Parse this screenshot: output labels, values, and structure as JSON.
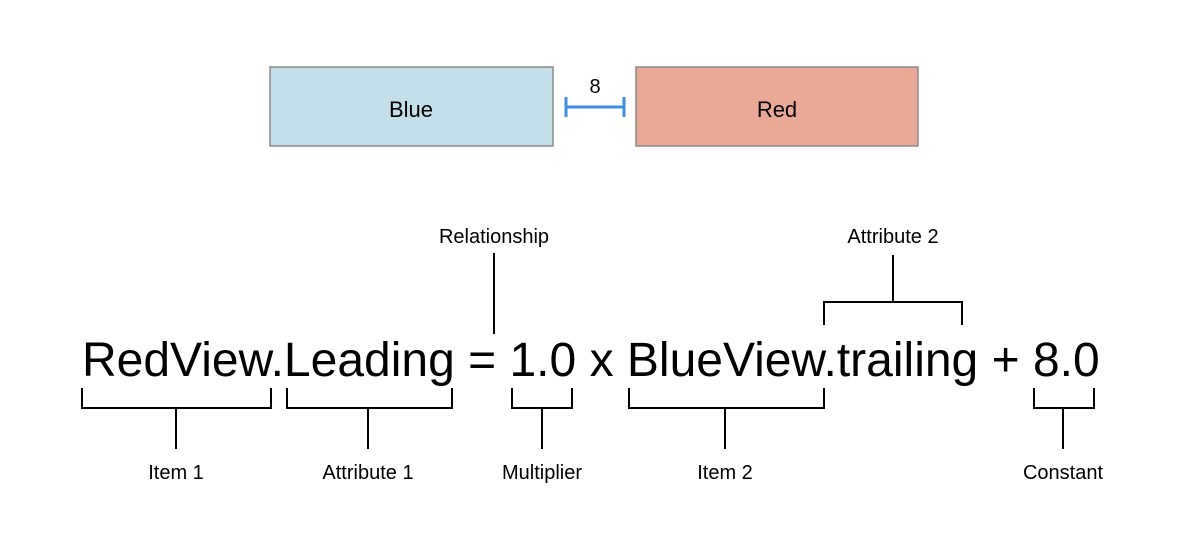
{
  "views": {
    "blue": {
      "label": "Blue",
      "fill": "#c2dfea"
    },
    "red": {
      "label": "Red",
      "fill": "#e9a996"
    },
    "spacing": {
      "label": "8",
      "color": "#3d8fe0"
    }
  },
  "equation": {
    "item1": "RedView.",
    "attribute1": "Leading",
    "relation": "=",
    "multiplier": "1.0",
    "times": "x",
    "item2": "BlueView.",
    "attribute2": "trailing",
    "plus": "+",
    "constant": "8.0"
  },
  "labels": {
    "relationship": "Relationship",
    "attribute2": "Attribute 2",
    "item1": "Item 1",
    "attribute1": "Attribute 1",
    "multiplier": "Multiplier",
    "item2": "Item 2",
    "constant": "Constant"
  }
}
